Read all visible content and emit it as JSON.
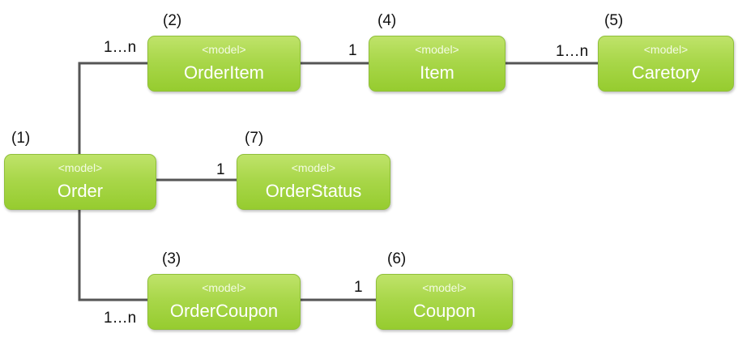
{
  "nodes": {
    "order": {
      "stereotype": "<model>",
      "name": "Order",
      "number": "(1)"
    },
    "orderitem": {
      "stereotype": "<model>",
      "name": "OrderItem",
      "number": "(2)"
    },
    "ordercoupon": {
      "stereotype": "<model>",
      "name": "OrderCoupon",
      "number": "(3)"
    },
    "item": {
      "stereotype": "<model>",
      "name": "Item",
      "number": "(4)"
    },
    "caretory": {
      "stereotype": "<model>",
      "name": "Caretory",
      "number": "(5)"
    },
    "coupon": {
      "stereotype": "<model>",
      "name": "Coupon",
      "number": "(6)"
    },
    "orderstatus": {
      "stereotype": "<model>",
      "name": "OrderStatus",
      "number": "(7)"
    }
  },
  "edges": {
    "order_orderitem": {
      "multiplicity": "1…n"
    },
    "orderitem_item": {
      "multiplicity": "1"
    },
    "item_caretory": {
      "multiplicity": "1…n"
    },
    "order_orderstatus": {
      "multiplicity": "1"
    },
    "order_ordercoupon": {
      "multiplicity": "1…n"
    },
    "ordercoupon_coupon": {
      "multiplicity": "1"
    }
  },
  "colors": {
    "node_fill": "#a9d74a",
    "node_border": "#8fbf3a",
    "connector": "#555555"
  }
}
